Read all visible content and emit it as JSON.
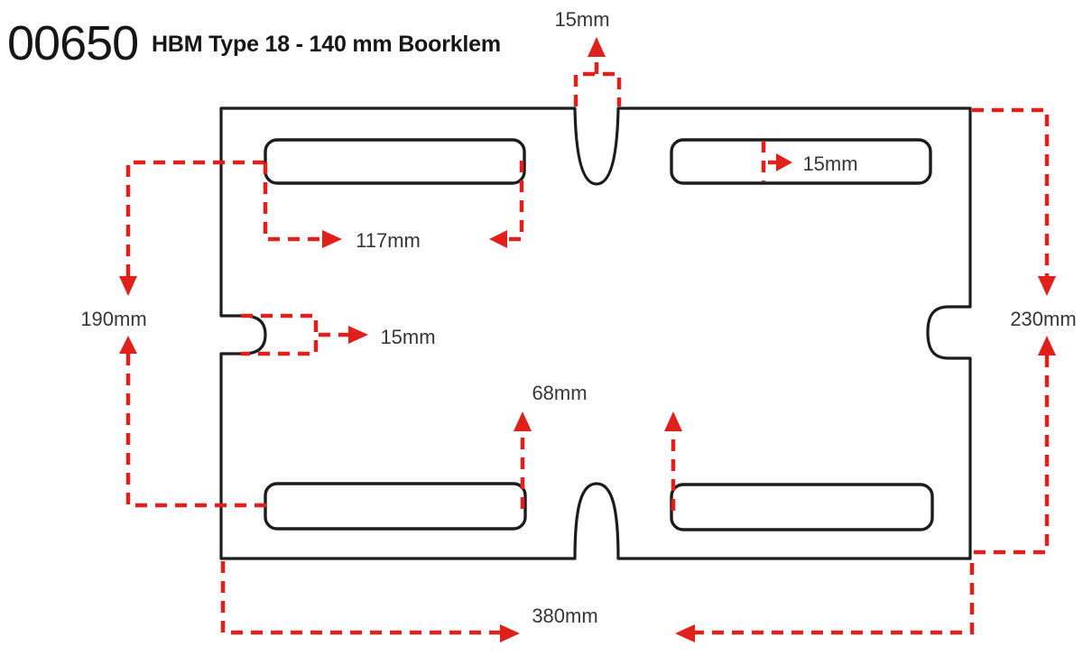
{
  "title": {
    "code": "00650",
    "description": "HBM Type 18 - 140 mm Boorklem"
  },
  "colors": {
    "outline": "#1c1c1c",
    "dimension_red": "#e0201a",
    "label_text": "#363636",
    "title_text": "#161616",
    "background": "#ffffff"
  },
  "dimensions": {
    "top_notch_width": {
      "label": "15mm"
    },
    "top_right_slot_width": {
      "label": "15mm"
    },
    "top_left_slot_length": {
      "label": "117mm"
    },
    "left_height": {
      "label": "190mm"
    },
    "left_notch_width": {
      "label": "15mm"
    },
    "right_height": {
      "label": "230mm"
    },
    "bottom_slot_gap": {
      "label": "68mm"
    },
    "bottom_width": {
      "label": "380mm"
    }
  }
}
